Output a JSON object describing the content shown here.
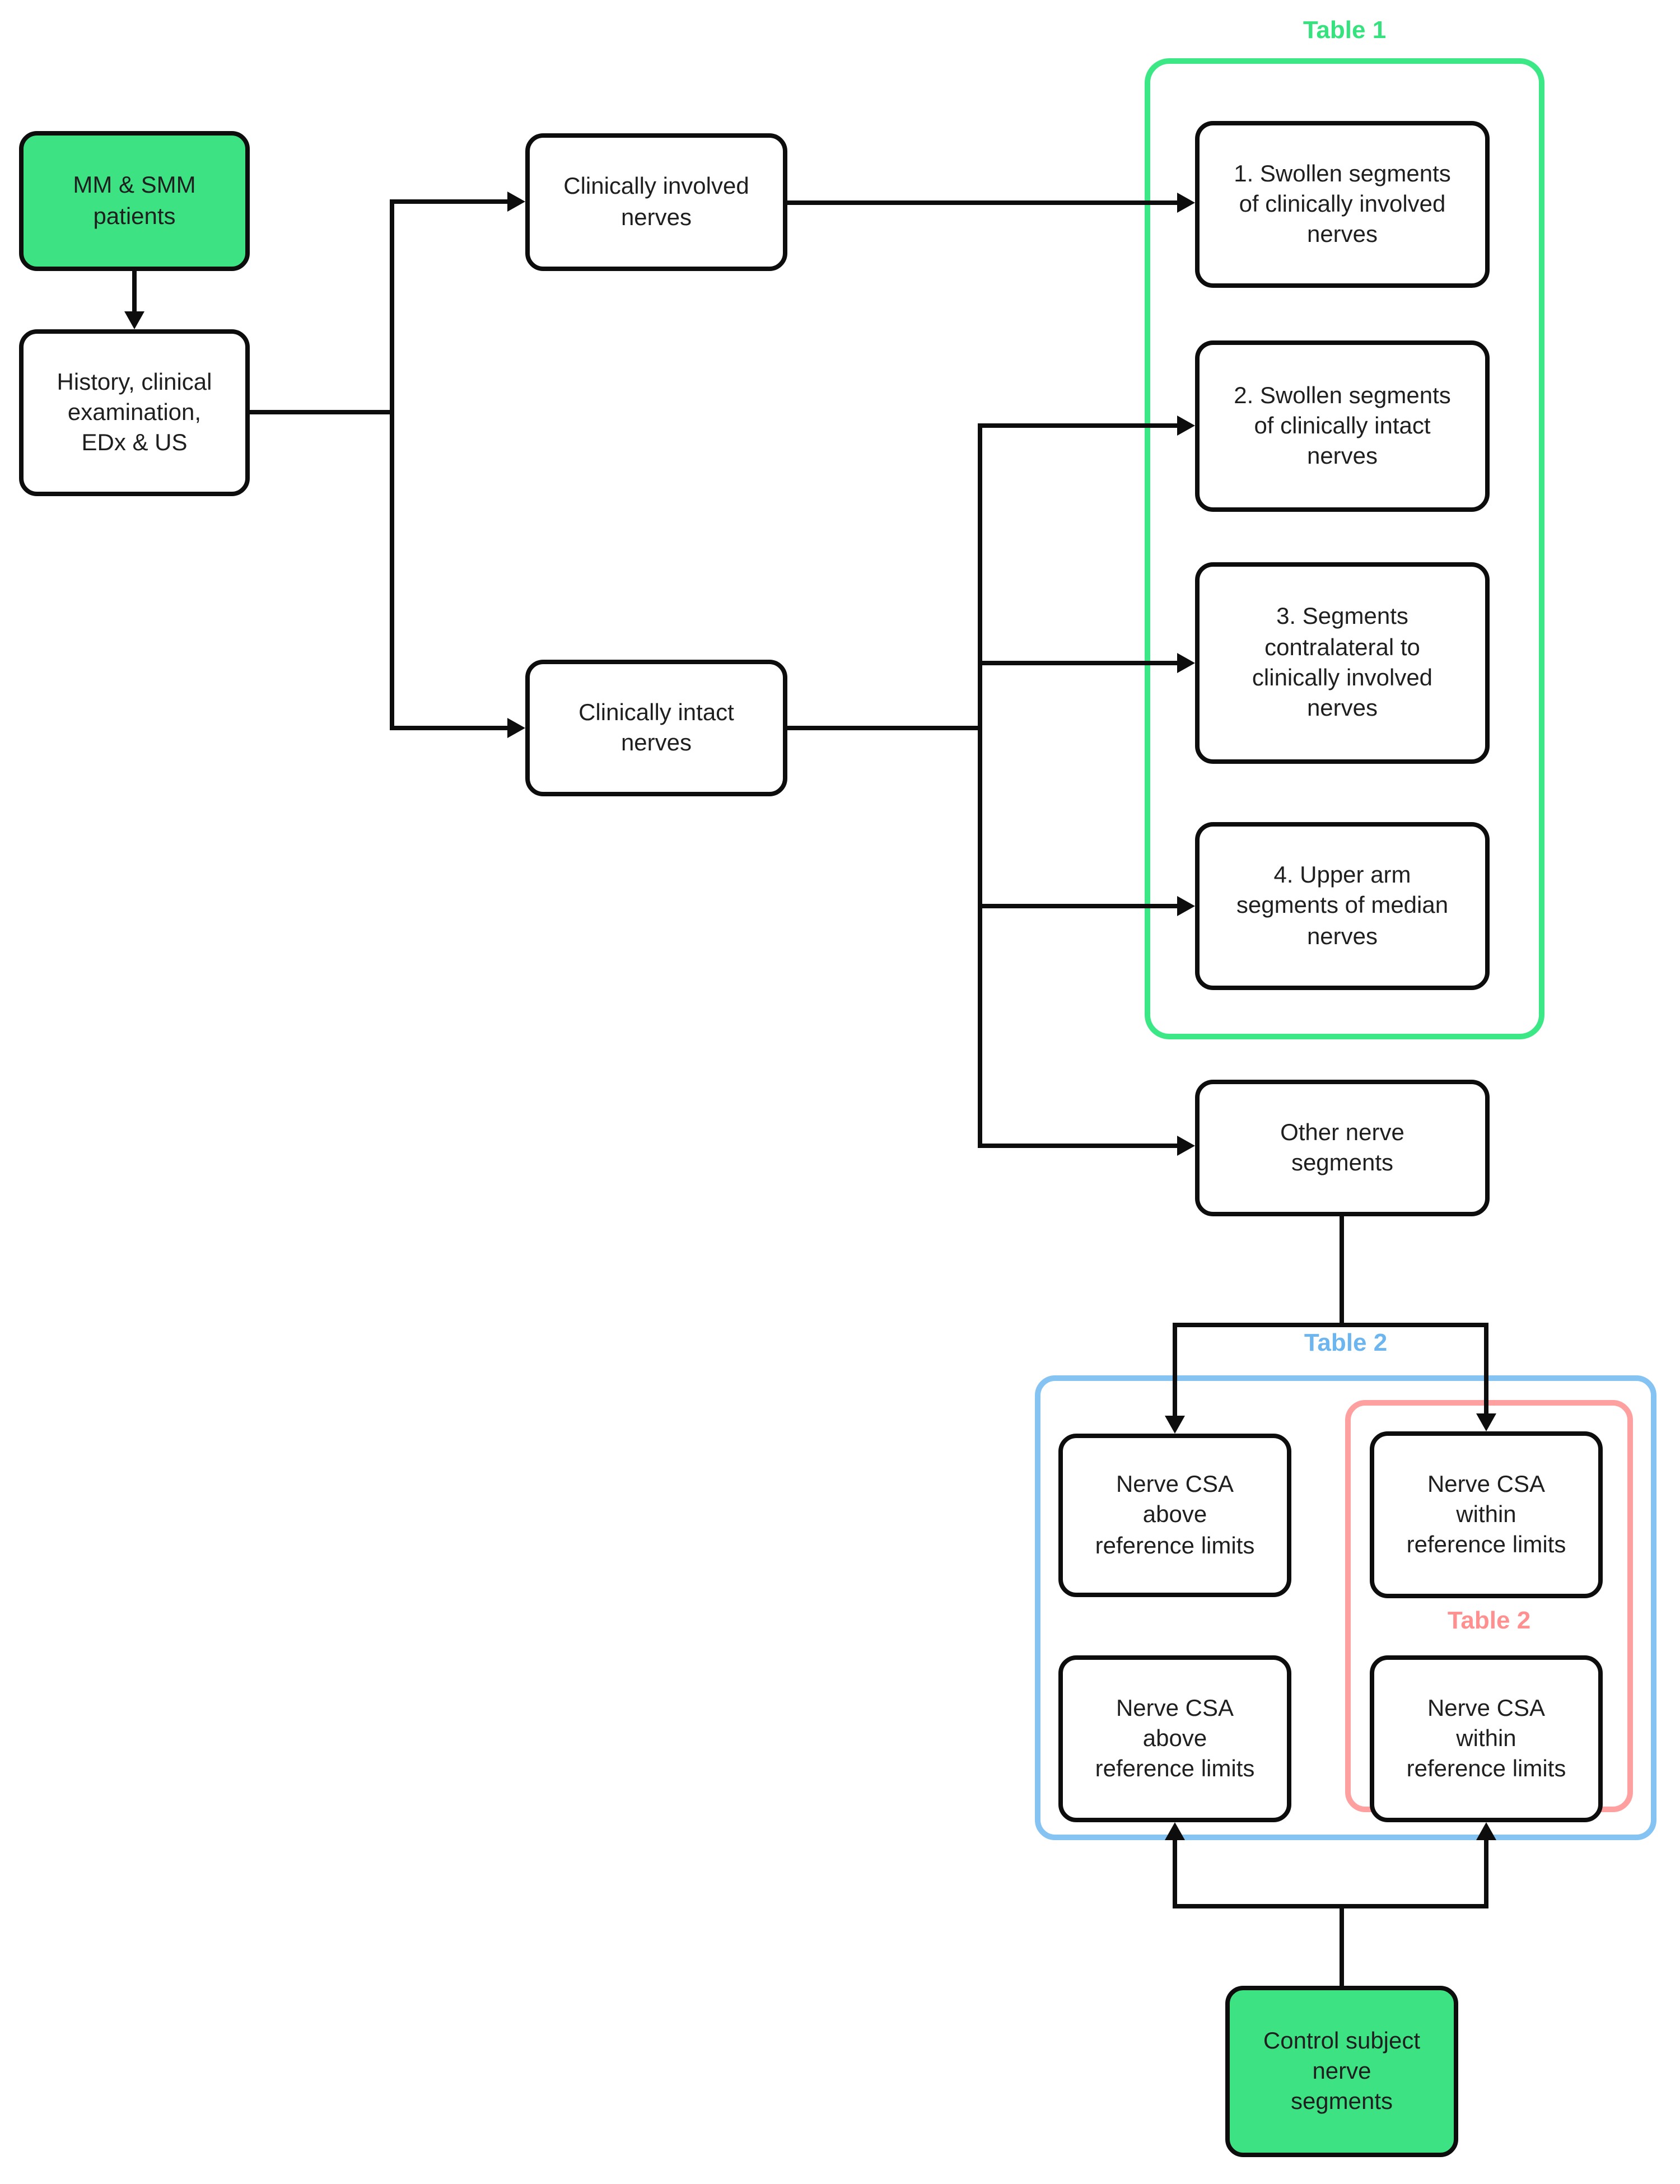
{
  "nodes": {
    "mm": {
      "label": "MM & SMM\npatients"
    },
    "history": {
      "label": "History, clinical\nexamination,\nEDx & US"
    },
    "involved": {
      "label": "Clinically involved\nnerves"
    },
    "intact": {
      "label": "Clinically intact\nnerves"
    },
    "t1b1": {
      "label": "1. Swollen segments\nof clinically involved\nnerves"
    },
    "t1b2": {
      "label": "2. Swollen segments\nof clinically intact\nnerves"
    },
    "t1b3": {
      "label": "3. Segments\ncontralateral to\nclinically involved\nnerves"
    },
    "t1b4": {
      "label": "4. Upper arm\nsegments of median\nnerves"
    },
    "other": {
      "label": "Other nerve\nsegments"
    },
    "csa_above_top": {
      "label": "Nerve CSA\nabove\nreference limits"
    },
    "csa_above_bottom": {
      "label": "Nerve CSA\nabove\nreference limits"
    },
    "csa_within_top": {
      "label": "Nerve CSA\nwithin\nreference limits"
    },
    "csa_within_bottom": {
      "label": "Nerve CSA\nwithin\nreference limits"
    },
    "control": {
      "label": "Control subject\nnerve\nsegments"
    }
  },
  "groups": {
    "table1": {
      "label": "Table 1"
    },
    "table2": {
      "label": "Table 2"
    },
    "table2_inner": {
      "label": "Table 2"
    }
  },
  "colors": {
    "green_fill": "#3de383",
    "green_border": "#3ce785",
    "green_label": "#35e27e",
    "blue_border": "#85c3f3",
    "blue_label": "#6db5ee",
    "pink_border": "#ffa0a0",
    "pink_label": "#ff9090",
    "line": "#0d0d0d",
    "text": "#1f1f1f",
    "background": "#ffffff"
  }
}
